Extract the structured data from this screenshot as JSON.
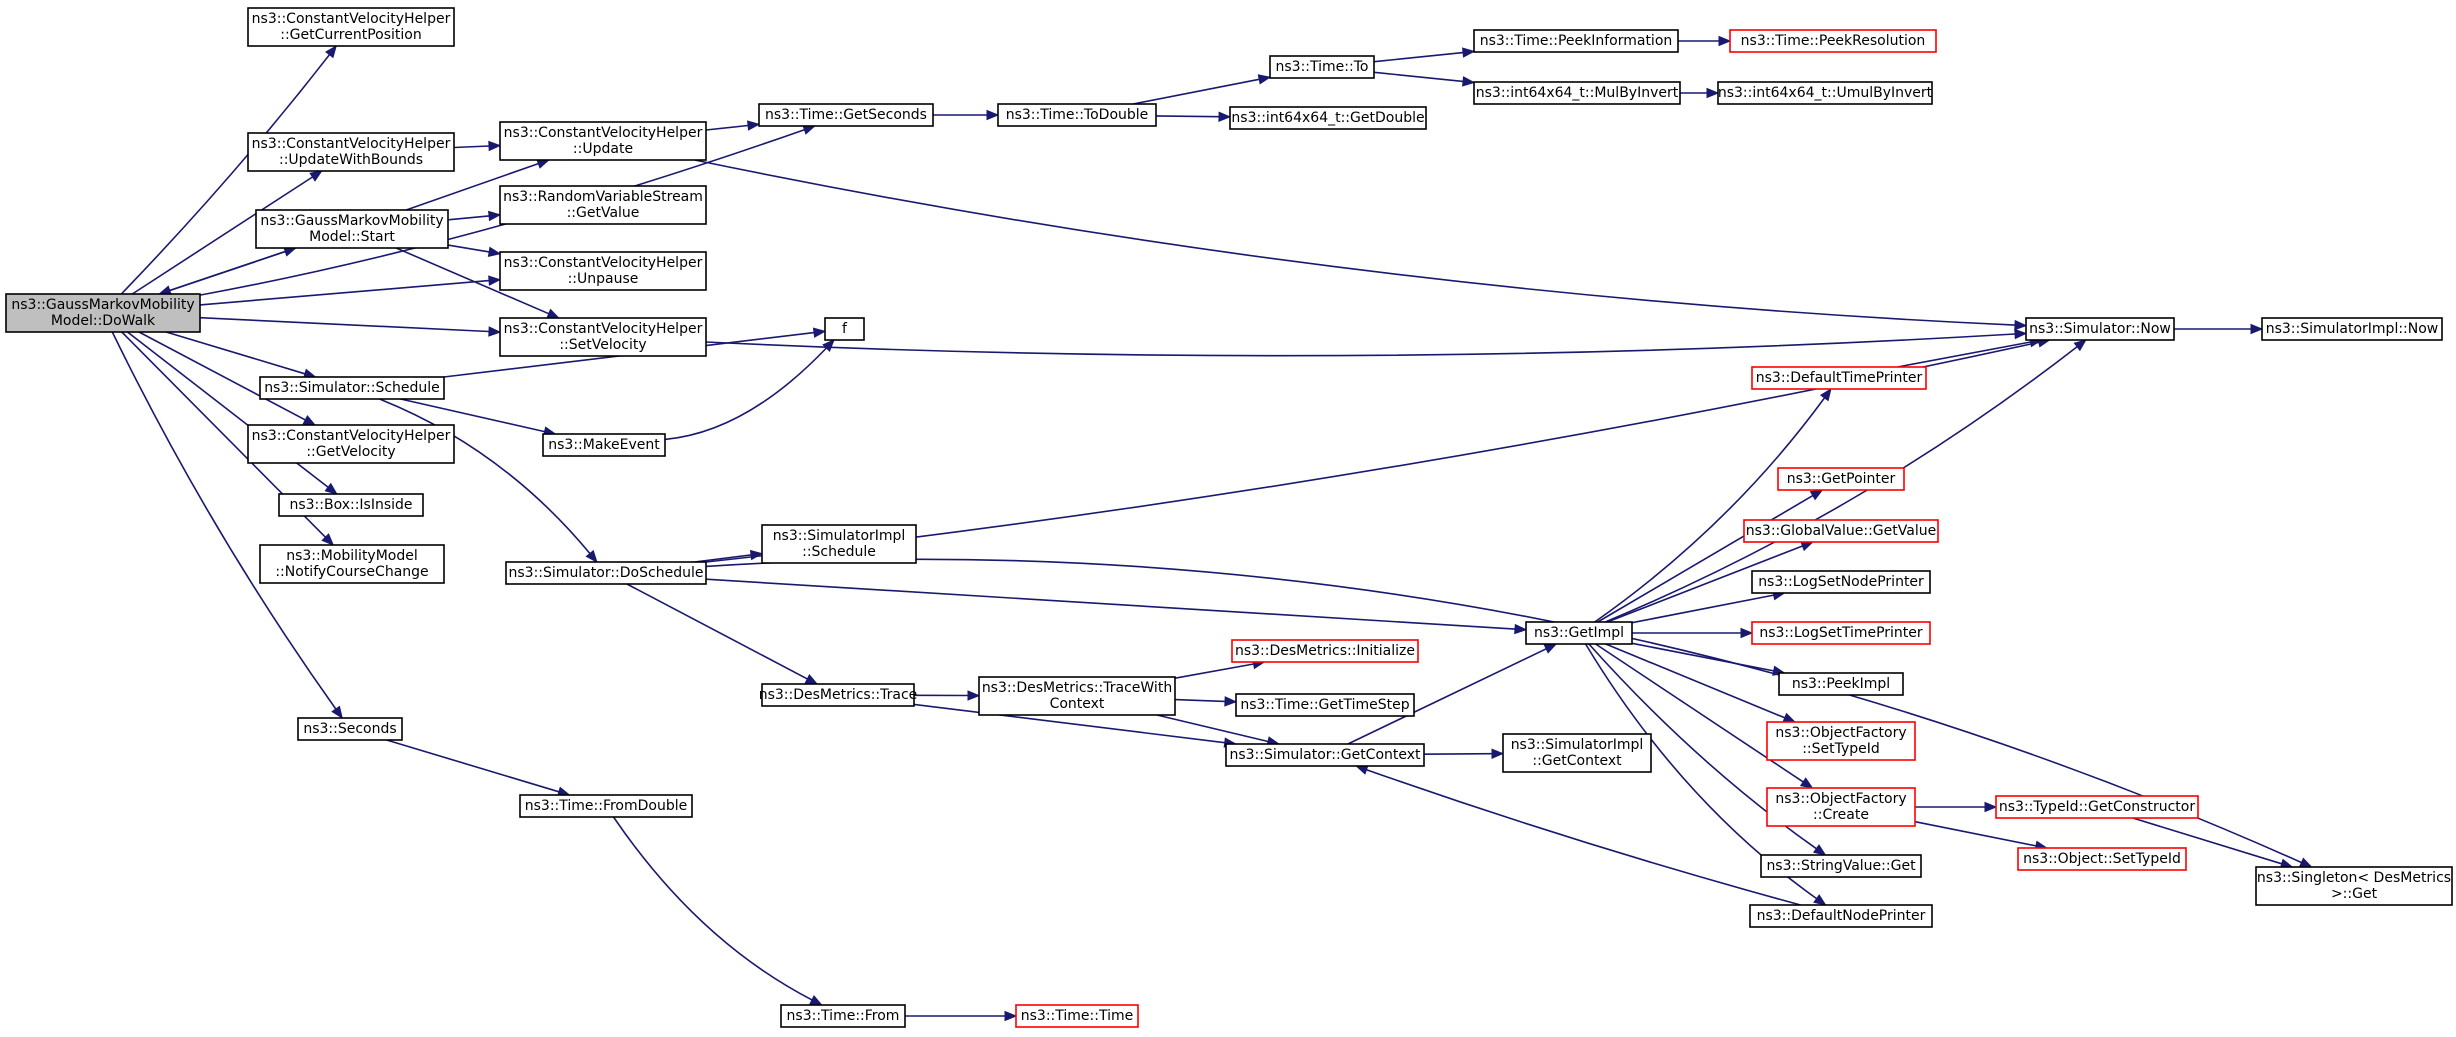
{
  "colors": {
    "edge": "#191970",
    "root_fill": "#bfbfbf",
    "node_border": "#000000",
    "incomplete_border": "#ff0000"
  },
  "nodes": {
    "dowalk": [
      "ns3::GaussMarkovMobility",
      "Model::DoWalk"
    ],
    "getcurpos": [
      "ns3::ConstantVelocityHelper",
      "::GetCurrentPosition"
    ],
    "updatewb": [
      "ns3::ConstantVelocityHelper",
      "::UpdateWithBounds"
    ],
    "start": [
      "ns3::GaussMarkovMobility",
      "Model::Start"
    ],
    "schedule": [
      "ns3::Simulator::Schedule"
    ],
    "getvelocity": [
      "ns3::ConstantVelocityHelper",
      "::GetVelocity"
    ],
    "isinside": [
      "ns3::Box::IsInside"
    ],
    "notify": [
      "ns3::MobilityModel",
      "::NotifyCourseChange"
    ],
    "seconds": [
      "ns3::Seconds"
    ],
    "cvupdate": [
      "ns3::ConstantVelocityHelper",
      "::Update"
    ],
    "rvsgetvalue": [
      "ns3::RandomVariableStream",
      "::GetValue"
    ],
    "unpause": [
      "ns3::ConstantVelocityHelper",
      "::Unpause"
    ],
    "setvelocity": [
      "ns3::ConstantVelocityHelper",
      "::SetVelocity"
    ],
    "makeevent": [
      "ns3::MakeEvent"
    ],
    "f": [
      "f"
    ],
    "doschedule": [
      "ns3::Simulator::DoSchedule"
    ],
    "fromdouble": [
      "ns3::Time::FromDouble"
    ],
    "getseconds": [
      "ns3::Time::GetSeconds"
    ],
    "implschedule": [
      "ns3::SimulatorImpl",
      "::Schedule"
    ],
    "destrace": [
      "ns3::DesMetrics::Trace"
    ],
    "timefrom": [
      "ns3::Time::From"
    ],
    "todouble": [
      "ns3::Time::ToDouble"
    ],
    "tracewith": [
      "ns3::DesMetrics::TraceWith",
      "Context"
    ],
    "timeto": [
      "ns3::Time::To"
    ],
    "getdouble": [
      "ns3::int64x64_t::GetDouble"
    ],
    "desinit": [
      "ns3::DesMetrics::Initialize"
    ],
    "gettimestep": [
      "ns3::Time::GetTimeStep"
    ],
    "getcontext": [
      "ns3::Simulator::GetContext"
    ],
    "timetime": [
      "ns3::Time::Time"
    ],
    "peekinfo": [
      "ns3::Time::PeekInformation"
    ],
    "mulbyinvert": [
      "ns3::int64x64_t::MulByInvert"
    ],
    "getimpl": [
      "ns3::GetImpl"
    ],
    "implgetcontext": [
      "ns3::SimulatorImpl",
      "::GetContext"
    ],
    "peekres": [
      "ns3::Time::PeekResolution"
    ],
    "umulbyinvert": [
      "ns3::int64x64_t::UmulByInvert"
    ],
    "deftimeprinter": [
      "ns3::DefaultTimePrinter"
    ],
    "getpointer": [
      "ns3::GetPointer"
    ],
    "gvgetvalue": [
      "ns3::GlobalValue::GetValue"
    ],
    "lognode": [
      "ns3::LogSetNodePrinter"
    ],
    "logtime": [
      "ns3::LogSetTimePrinter"
    ],
    "peekimpl": [
      "ns3::PeekImpl"
    ],
    "ofsettypeid": [
      "ns3::ObjectFactory",
      "::SetTypeId"
    ],
    "ofcreate": [
      "ns3::ObjectFactory",
      "::Create"
    ],
    "stringget": [
      "ns3::StringValue::Get"
    ],
    "defnodeprinter": [
      "ns3::DefaultNodePrinter"
    ],
    "simnow": [
      "ns3::Simulator::Now"
    ],
    "getconstructor": [
      "ns3::TypeId::GetConstructor"
    ],
    "objsettypeid": [
      "ns3::Object::SetTypeId"
    ],
    "singleton": [
      "ns3::Singleton< DesMetrics",
      " >::Get"
    ],
    "implnow": [
      "ns3::SimulatorImpl::Now"
    ]
  }
}
